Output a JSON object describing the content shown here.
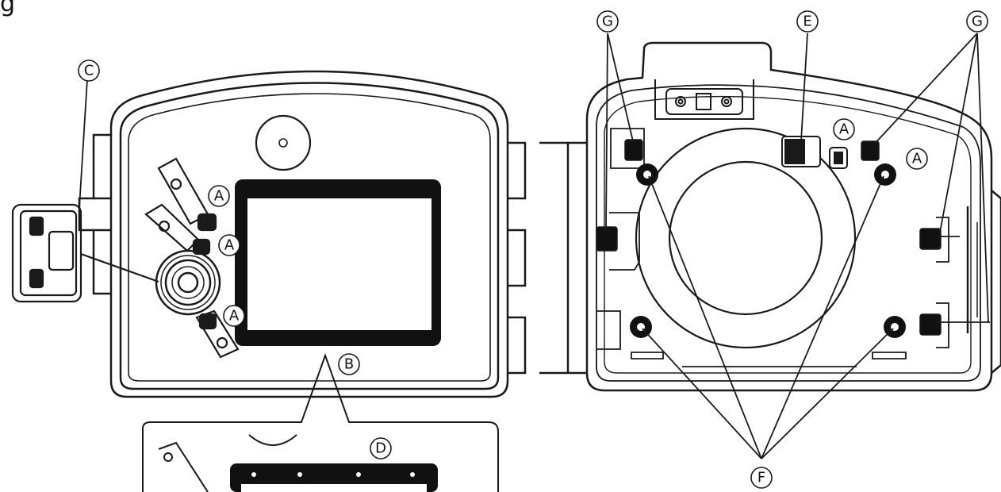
{
  "heading": "g",
  "labels": {
    "a_back_top": "A",
    "a_back_mid": "A",
    "a_back_low": "A",
    "a_body_center": "A",
    "a_body_right": "A",
    "b": "B",
    "c": "C",
    "d": "D",
    "e": "E",
    "f": "F",
    "g_left": "G",
    "g_right": "G"
  },
  "colors": {
    "line": "#1a1a1a",
    "fill_dark": "#111111",
    "background": "#ffffff"
  }
}
